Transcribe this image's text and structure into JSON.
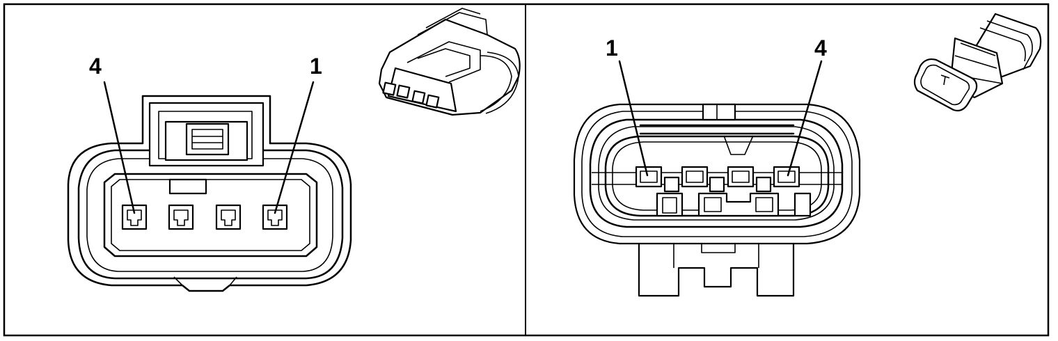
{
  "panels": [
    {
      "id": "female",
      "pin_labels": [
        "4",
        "1"
      ],
      "pin_count": 4
    },
    {
      "id": "male",
      "pin_labels": [
        "1",
        "4"
      ],
      "pin_count": 4
    }
  ],
  "colors": {
    "line": "#000000",
    "background": "#ffffff"
  }
}
